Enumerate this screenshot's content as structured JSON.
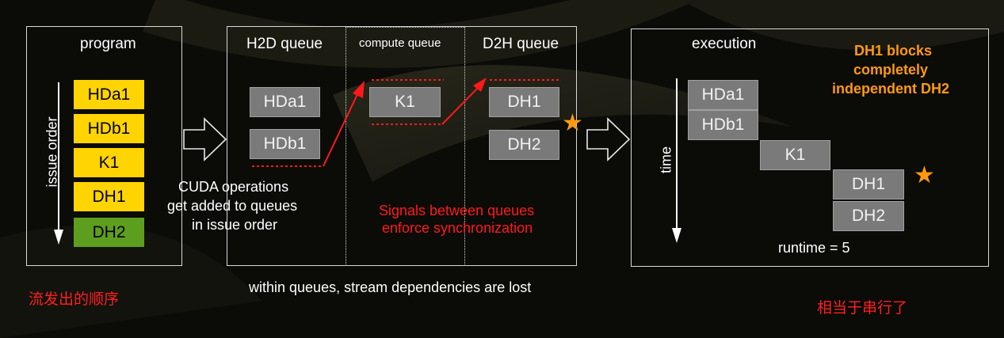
{
  "program": {
    "title": "program",
    "axis_label": "issue order",
    "blocks": [
      "HDa1",
      "HDb1",
      "K1",
      "DH1",
      "DH2"
    ]
  },
  "queues": {
    "h2d": {
      "title": "H2D queue",
      "blocks": [
        "HDa1",
        "HDb1"
      ]
    },
    "compute": {
      "title": "compute queue",
      "blocks": [
        "K1"
      ]
    },
    "d2h": {
      "title": "D2H queue",
      "blocks": [
        "DH1",
        "DH2"
      ]
    },
    "note_line1": "CUDA operations",
    "note_line2": "get added to queues",
    "note_line3": "in issue order",
    "signal_line1": "Signals between queues",
    "signal_line2": "enforce synchronization"
  },
  "execution": {
    "title": "execution",
    "axis_label": "time",
    "blocks": [
      "HDa1",
      "HDb1",
      "K1",
      "DH1",
      "DH2"
    ],
    "runtime": "runtime = 5",
    "highlight_line1": "DH1 blocks",
    "highlight_line2": "completely",
    "highlight_line3": "independent DH2"
  },
  "captions": {
    "left_cn": "流发出的顺序",
    "bottom": "within queues, stream dependencies are lost",
    "right_cn": "相当于串行了"
  },
  "colors": {
    "issue_block": "#ffd400",
    "last_issue_block": "#5e9e1e",
    "queue_block": "#7a7a7a",
    "signal": "#ff1a1a",
    "highlight": "#ff9a10"
  },
  "icons": [
    "star-icon",
    "right-arrow-icon",
    "down-arrow-icon"
  ]
}
